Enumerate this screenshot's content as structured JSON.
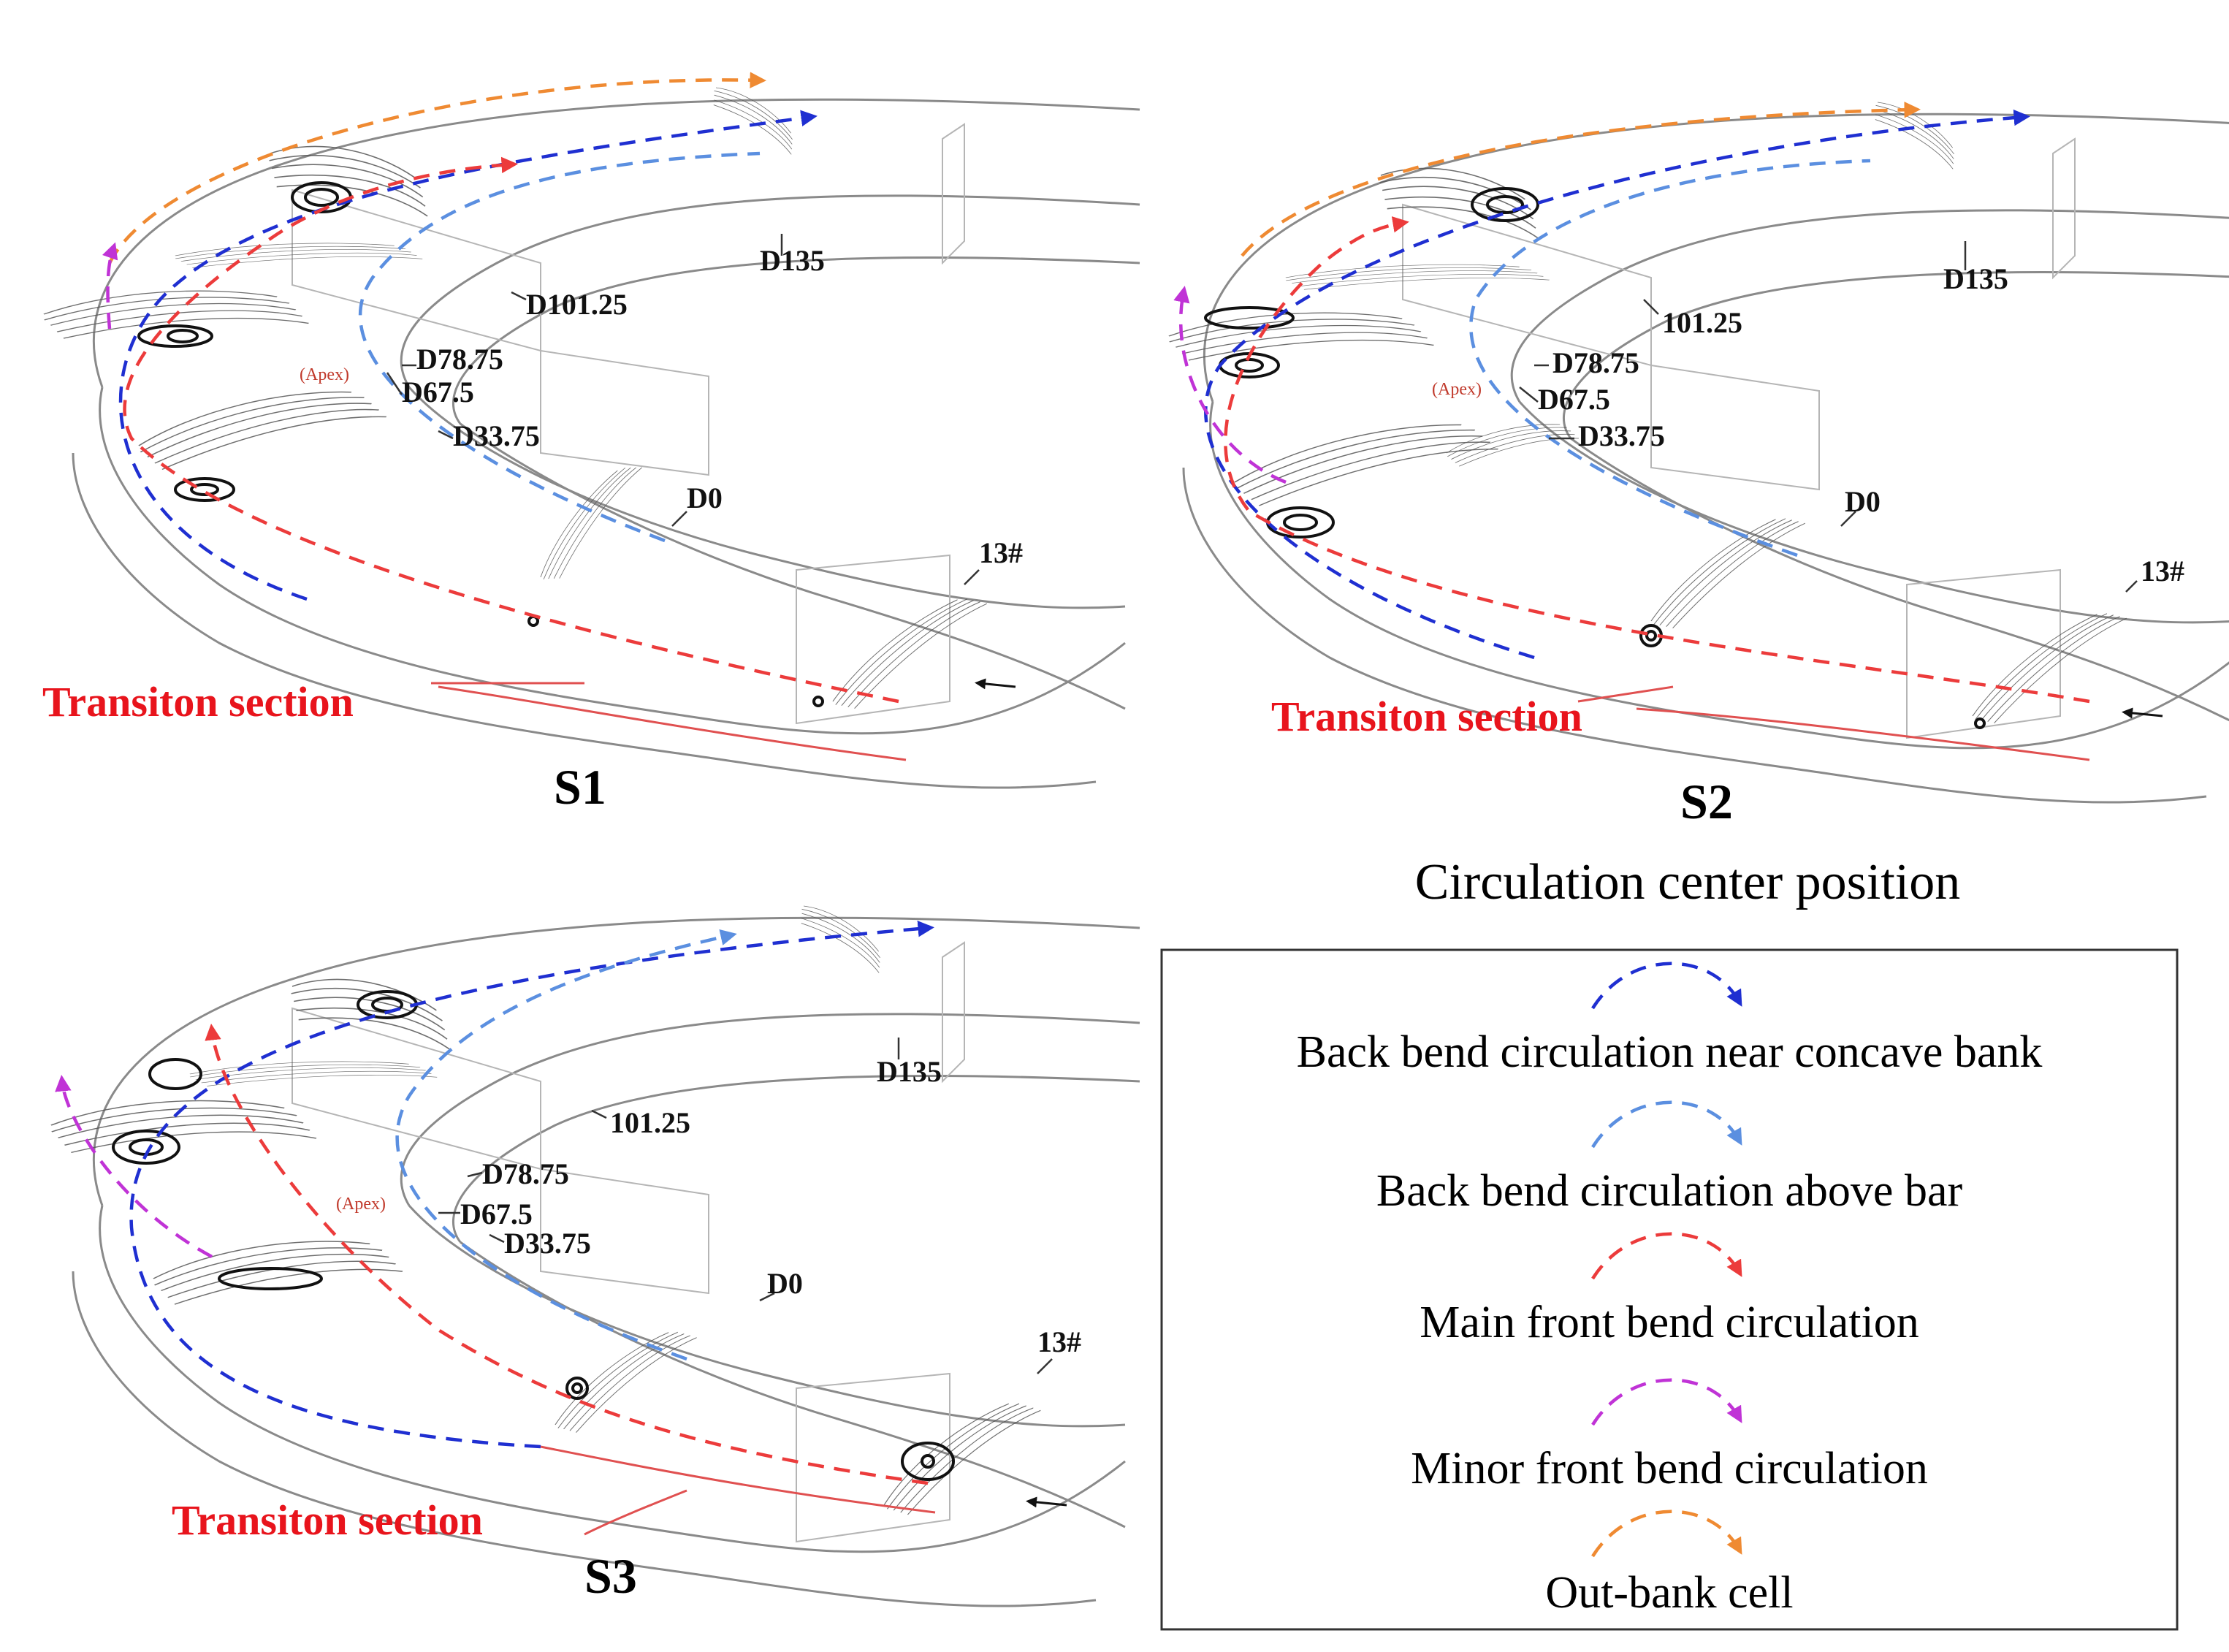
{
  "colors": {
    "concave": "#1f2fd1",
    "above_bar": "#5b8fe0",
    "main_front": "#ec3b3b",
    "minor_front": "#c033d6",
    "out_bank": "#ef8a32",
    "transition": "#e8141c"
  },
  "panels": [
    {
      "name": "S1",
      "labels": {
        "d135": "D135",
        "d101": "D101.25",
        "d7875": "D78.75",
        "apex": "(Apex)",
        "d675": "D67.5",
        "d3375": "D33.75",
        "d0": "D0",
        "s13": "13#",
        "transition": "Transiton section"
      }
    },
    {
      "name": "S2",
      "labels": {
        "d135": "D135",
        "d101": "101.25",
        "d7875": "D78.75",
        "apex": "(Apex)",
        "d675": "D67.5",
        "d3375": "D33.75",
        "d0": "D0",
        "s13": "13#",
        "transition": "Transiton section"
      }
    },
    {
      "name": "S3",
      "labels": {
        "d135": "D135",
        "d101": "101.25",
        "d7875": "D78.75",
        "apex": "(Apex)",
        "d675": "D67.5",
        "d3375": "D33.75",
        "d0": "D0",
        "s13": "13#",
        "transition": "Transiton section"
      }
    }
  ],
  "legend": {
    "title": "Circulation center position",
    "items": [
      {
        "label": "Back bend circulation near concave bank",
        "color_key": "concave"
      },
      {
        "label": "Back bend circulation above bar",
        "color_key": "above_bar"
      },
      {
        "label": "Main front bend circulation",
        "color_key": "main_front"
      },
      {
        "label": "Minor front bend circulation",
        "color_key": "minor_front"
      },
      {
        "label": "Out-bank cell",
        "color_key": "out_bank"
      }
    ]
  }
}
